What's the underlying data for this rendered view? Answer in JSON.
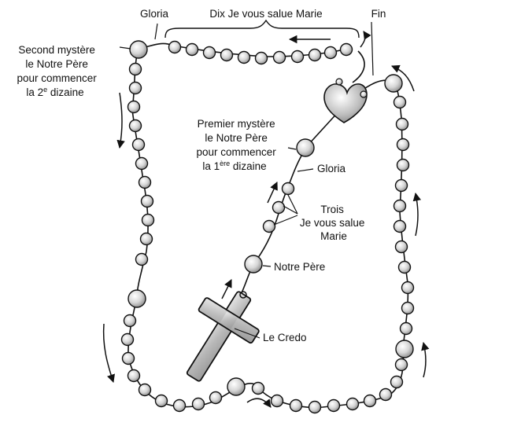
{
  "labels": {
    "gloria_top": "Gloria",
    "dix_je_vous": "Dix Je vous salue Marie",
    "fin": "Fin",
    "second_mystere": [
      "Second mystère",
      "le Notre Père",
      "pour commencer",
      "la 2",
      "e",
      " dizaine"
    ],
    "premier_mystere": [
      "Premier mystère",
      "le Notre Père",
      "pour commencer",
      "la 1",
      "ère",
      " dizaine"
    ],
    "gloria_mid": "Gloria",
    "trois": [
      "Trois",
      "Je vous salue",
      "Marie"
    ],
    "notre_pere": "Notre Père",
    "le_credo": "Le Credo"
  }
}
